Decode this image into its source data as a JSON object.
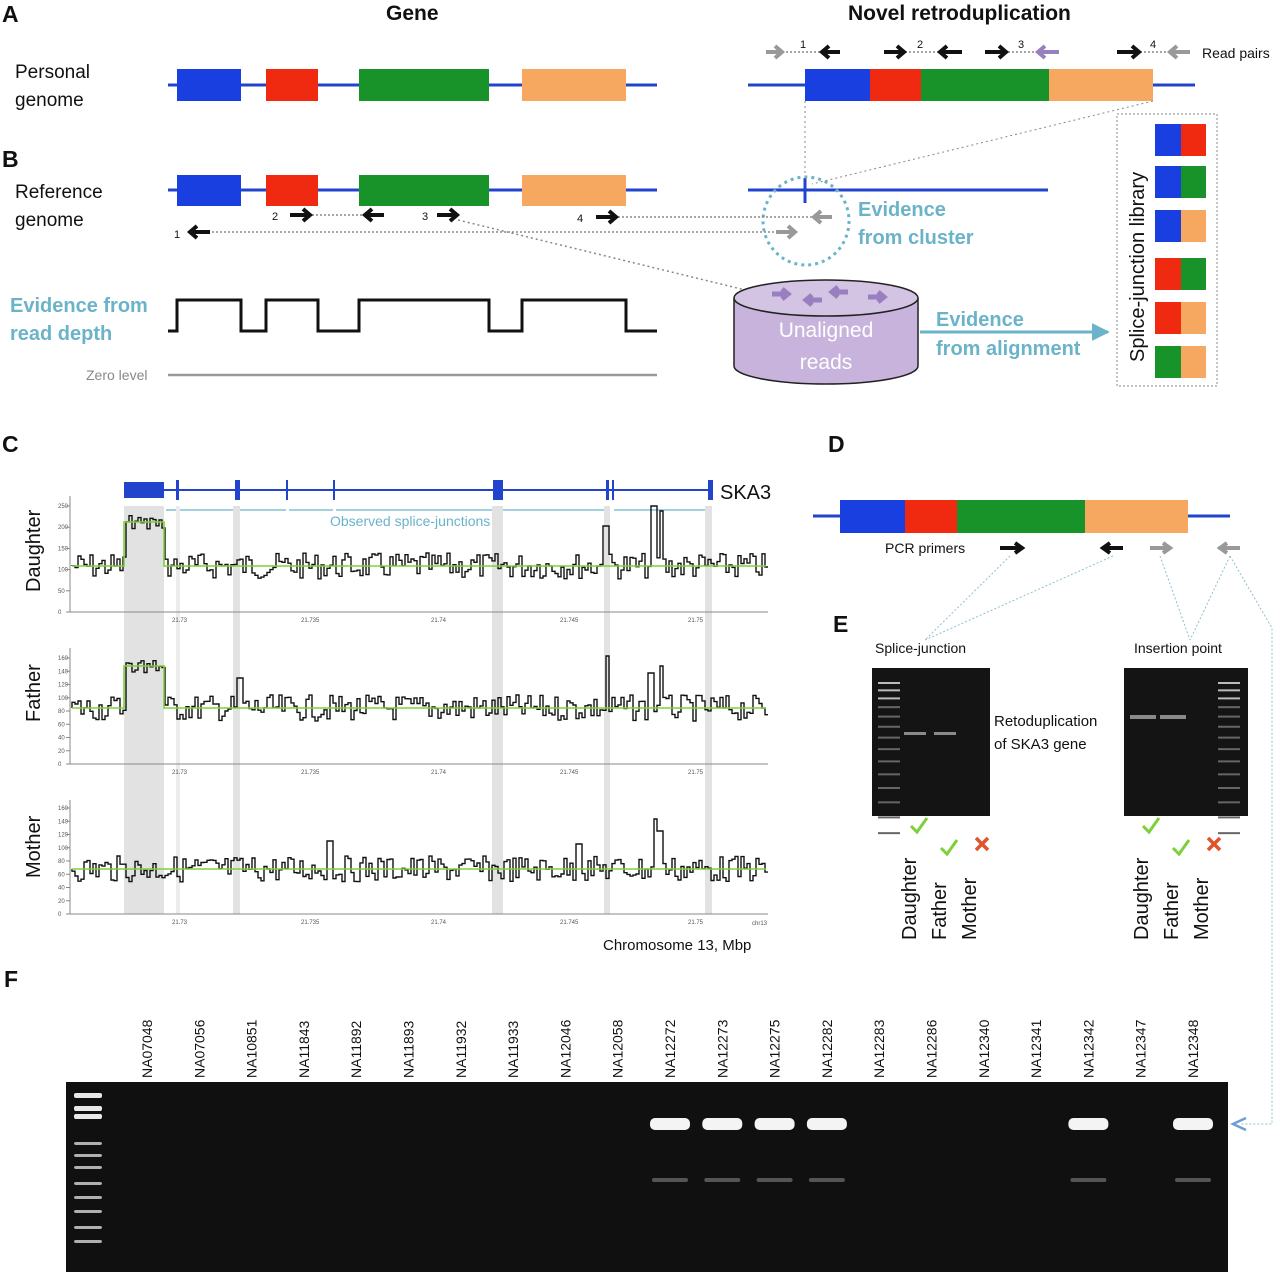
{
  "panels": {
    "A": "A",
    "B": "B",
    "C": "C",
    "D": "D",
    "E": "E",
    "F": "F"
  },
  "panel_a": {
    "gene_header": "Gene",
    "novel_header": "Novel retroduplication",
    "personal_genome_line1": "Personal",
    "personal_genome_line2": "genome",
    "read_pairs_label": "Read pairs",
    "pair_numbers": [
      "1",
      "2",
      "3",
      "4"
    ]
  },
  "panel_b": {
    "reference_line1": "Reference",
    "reference_line2": "genome",
    "pair_numbers": [
      "1",
      "2",
      "3",
      "4"
    ],
    "evidence_cluster_line1": "Evidence",
    "evidence_cluster_line2": "from cluster",
    "evidence_depth_line1": "Evidence from",
    "evidence_depth_line2": "read depth",
    "zero_level": "Zero level",
    "unaligned_line1": "Unaligned",
    "unaligned_line2": "reads",
    "evidence_alignment_line1": "Evidence",
    "evidence_alignment_line2": "from alignment",
    "splice_library": "Splice-junction library"
  },
  "panel_c": {
    "gene_name": "SKA3",
    "observed_splice": "Observed splice-junctions",
    "tracks": [
      {
        "name": "Daughter",
        "yticks": [
          "250",
          "200",
          "150",
          "100",
          "50",
          "0"
        ]
      },
      {
        "name": "Father",
        "yticks": [
          "160",
          "140",
          "120",
          "100",
          "80",
          "60",
          "40",
          "20",
          "0"
        ]
      },
      {
        "name": "Mother",
        "yticks": [
          "160",
          "140",
          "120",
          "100",
          "80",
          "60",
          "40",
          "20",
          "0"
        ]
      }
    ],
    "xticks": [
      "21.73",
      "21.735",
      "21.74",
      "21.745",
      "21.75"
    ],
    "chrom_tag": "chr13",
    "xaxis_label": "Chromosome 13, Mbp"
  },
  "panel_d": {
    "pcr_primers": "PCR primers"
  },
  "panel_e": {
    "splice_junction": "Splice-junction",
    "insertion_point": "Insertion point",
    "retro_line1": "Retoduplication",
    "retro_line2": "of SKA3 gene",
    "samples": [
      "Daughter",
      "Father",
      "Mother"
    ],
    "results": [
      true,
      true,
      false
    ],
    "check_color": "#7ed03a",
    "cross_color": "#e0532b"
  },
  "panel_f": {
    "lanes": [
      "NA07048",
      "NA07056",
      "NA10851",
      "NA11843",
      "NA11892",
      "NA11893",
      "NA11932",
      "NA11933",
      "NA12046",
      "NA12058",
      "NA12272",
      "NA12273",
      "NA12275",
      "NA12282",
      "NA12283",
      "NA12286",
      "NA12340",
      "NA12341",
      "NA12342",
      "NA12347",
      "NA12348"
    ],
    "positive": [
      false,
      false,
      false,
      false,
      false,
      false,
      false,
      false,
      false,
      false,
      true,
      true,
      true,
      true,
      false,
      false,
      false,
      false,
      true,
      false,
      true
    ]
  },
  "colors": {
    "exon1": "#1a3fe0",
    "exon2": "#f02a10",
    "exon3": "#18932a",
    "exon4": "#f7a860",
    "backbone": "#2244cc",
    "teal": "#6bb3c9",
    "purple": "#9a7fc0",
    "gel": "#101010",
    "green_line": "#7ed03a"
  }
}
